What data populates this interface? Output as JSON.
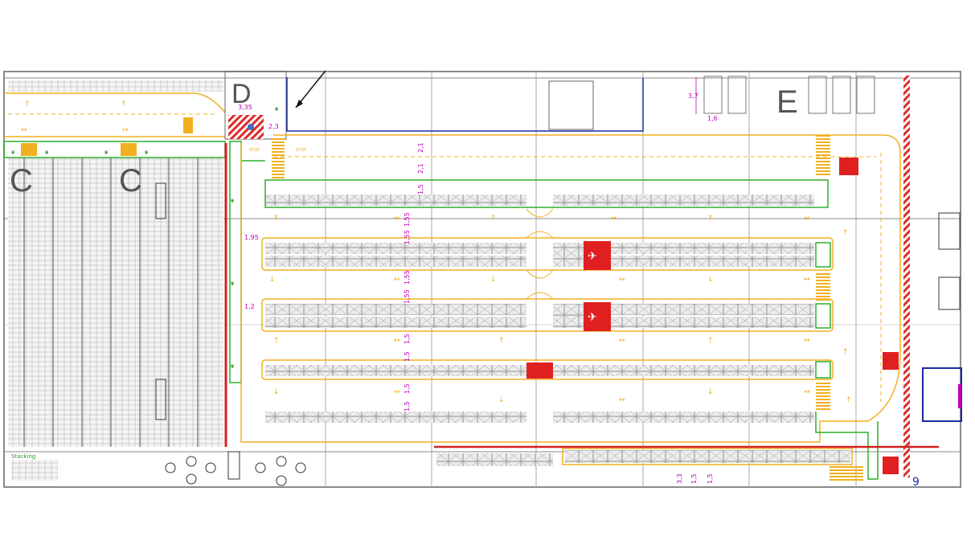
{
  "zones": {
    "d": "D",
    "e": "E",
    "c1": "C",
    "c2": "C",
    "nine": "9"
  },
  "dimensions": {
    "d_width": "3,35",
    "d_height": "2,3",
    "e_depth": "3,7",
    "e_width": "1,6",
    "aisle_top_a": "2,1",
    "aisle_top_b": "2,1",
    "aisle_top_c": "1,5",
    "aisle_left": "1,95",
    "aisle_left_2": "1,2",
    "aisle_mid_a": "1,55",
    "aisle_mid_b": "1,55",
    "aisle_mid_c": "1,55",
    "aisle_mid_d": "1,55",
    "aisle_low_a": "1,5",
    "aisle_low_b": "1,5",
    "aisle_low_c": "1,5",
    "aisle_low_d": "1,5",
    "bottom_a": "3,3",
    "bottom_b": "1,5",
    "bottom_c": "1,5"
  },
  "labels": {
    "stop_1": "STOP",
    "stop_2": "STOP",
    "bottom_left": "Stacking"
  },
  "colors": {
    "rack": "#7a7a7a",
    "aisle": "#f0b020",
    "green_zone": "#2fae2f",
    "red_wall": "#d42020",
    "blue_line": "#1a2aa0",
    "dimension": "#c000c0"
  }
}
